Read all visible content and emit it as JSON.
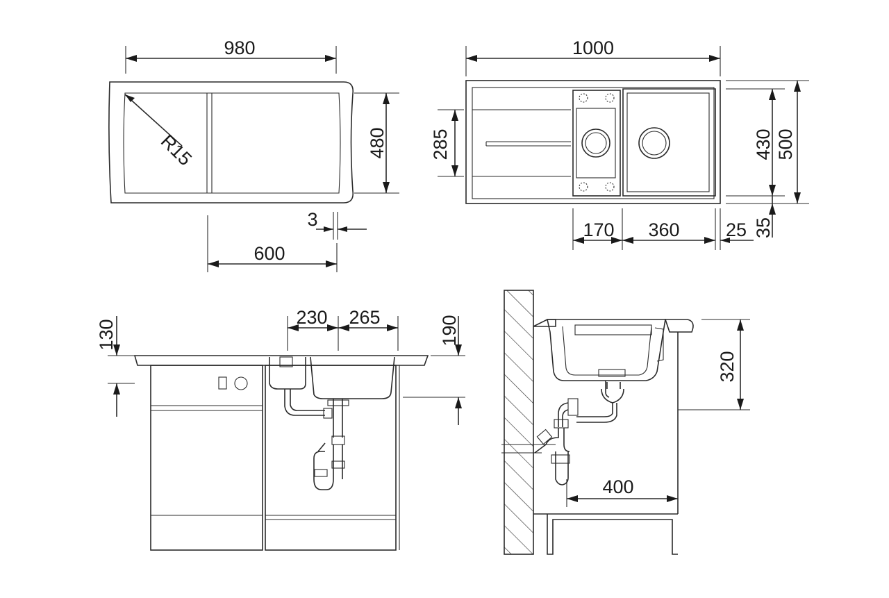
{
  "top_left_view": {
    "width_label": "980",
    "depth_label": "480",
    "radius_label": "R15",
    "offset_label": "3",
    "cutout_label": "600"
  },
  "top_right_view": {
    "width_label": "1000",
    "bowl_depth_label": "285",
    "inner_depth_label": "430",
    "outer_depth_label": "500",
    "drainer_width_label": "170",
    "bowl_width_label": "360",
    "edge_label": "25",
    "rear_edge_label": "35"
  },
  "front_view": {
    "small_bowl_label": "230",
    "main_bowl_label": "265",
    "depth_label": "130",
    "overall_depth_label": "190"
  },
  "side_view": {
    "height_label": "320",
    "wall_distance_label": "400"
  }
}
